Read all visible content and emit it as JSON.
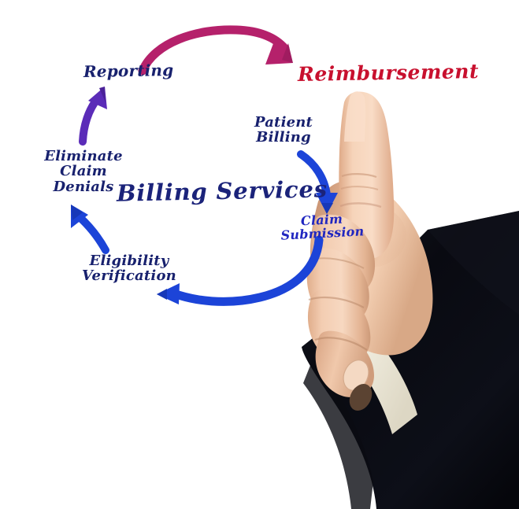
{
  "diagram": {
    "title": "Billing Services",
    "type": "cycle-diagram",
    "center_label": "Billing Services",
    "stages": [
      {
        "id": "reporting",
        "label": "Reporting",
        "color": "#18216e"
      },
      {
        "id": "reimbursement",
        "label": "Reimbursement",
        "color": "#c8102e"
      },
      {
        "id": "patient-billing",
        "label": "Patient\nBilling",
        "color": "#18216e"
      },
      {
        "id": "claim-submission",
        "label": "Claim\nSubmission",
        "color": "#2026c0"
      },
      {
        "id": "eligibility",
        "label": "Eligibility\nVerification",
        "color": "#18216e"
      },
      {
        "id": "eliminate-claim-denials",
        "label": "Eliminate\nClaim\nDenials",
        "color": "#18216e"
      }
    ],
    "arrows": [
      {
        "id": "arrow-reporting-to-reimbursement",
        "color": "#b5216b",
        "direction": "right"
      },
      {
        "id": "arrow-eliminate-to-reporting",
        "color": "#5b2cb8",
        "direction": "up"
      },
      {
        "id": "arrow-patient-billing-to-claim",
        "color": "#1c44d8",
        "direction": "down"
      },
      {
        "id": "arrow-claim-to-eligibility",
        "color": "#1c44d8",
        "direction": "left"
      },
      {
        "id": "arrow-eligibility-to-eliminate",
        "color": "#1c44d8",
        "direction": "up"
      }
    ],
    "photo": {
      "subject": "hand-pointing-up",
      "description": "business person hand with index finger raised",
      "skin_color": "#e8b99a",
      "sleeve_color": "#0b0c14",
      "cuff_color": "#f2efe4"
    },
    "background_color": "#ffffff"
  }
}
